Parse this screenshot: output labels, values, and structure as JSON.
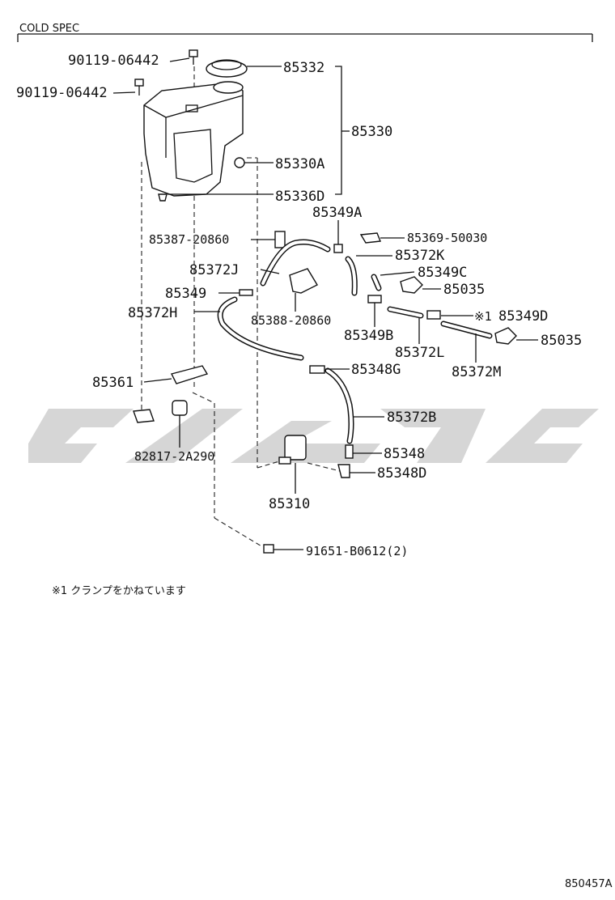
{
  "header": {
    "spec_label": "COLD SPEC"
  },
  "parts": {
    "p90119_top": "90119-06442",
    "p90119_left": "90119-06442",
    "p85332": "85332",
    "p85330": "85330",
    "p85330A": "85330A",
    "p85336D": "85336D",
    "p85349A": "85349A",
    "p85387": "85387-20860",
    "p85369": "85369-50030",
    "p85372K": "85372K",
    "p85372J": "85372J",
    "p85349C": "85349C",
    "p85035_a": "85035",
    "p85349": "85349",
    "p85372H": "85372H",
    "p85388": "85388-20860",
    "p85349D_mark": "※1",
    "p85349D": "85349D",
    "p85349B": "85349B",
    "p85035_b": "85035",
    "p85372L": "85372L",
    "p85348G": "85348G",
    "p85372M": "85372M",
    "p85361": "85361",
    "p85372B": "85372B",
    "p82817": "82817-2A290",
    "p85348": "85348",
    "p85348D": "85348D",
    "p85310": "85310",
    "p91651": "91651-B0612(2)"
  },
  "footnote": "※1 クランプをかねています",
  "figure_code": "850457A"
}
